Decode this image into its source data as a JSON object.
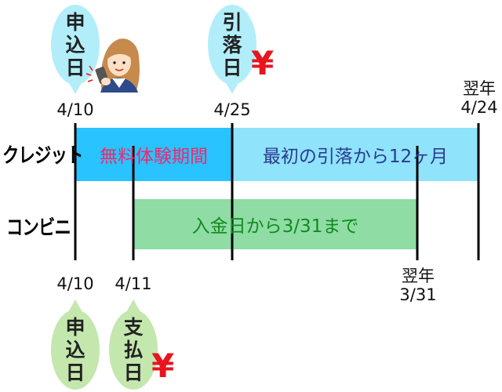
{
  "rows": {
    "credit": "クレジット",
    "convenience": "コンビニ"
  },
  "top_dates": {
    "apply": "4/10",
    "debit": "4/25",
    "end_line1": "翌年",
    "end_line2": "4/24"
  },
  "bottom_dates": {
    "apply": "4/10",
    "pay": "4/11",
    "end_line1": "翌年",
    "end_line2": "3/31"
  },
  "bars": {
    "trial": "無料体験期間",
    "credit_term": "最初の引落から12ヶ月",
    "convenience_term": "入金日から3/31まで"
  },
  "bubbles": {
    "top_apply": [
      "申",
      "込",
      "日"
    ],
    "top_debit": [
      "引",
      "落",
      "日"
    ],
    "bottom_apply": [
      "申",
      "込",
      "日"
    ],
    "bottom_pay": [
      "支",
      "払",
      "日"
    ]
  },
  "yen_symbol": "¥",
  "colors": {
    "trial_bar": "#29c3ff",
    "credit_bar": "#8fe3fb",
    "convenience_bar": "#8fdca5",
    "trial_text": "#f0286e",
    "credit_text": "#2a3b90",
    "convenience_text": "#138a1f",
    "bubble_top": "#b2eefa",
    "bubble_bottom": "#c4e7ad",
    "yen": "#e8141e"
  }
}
